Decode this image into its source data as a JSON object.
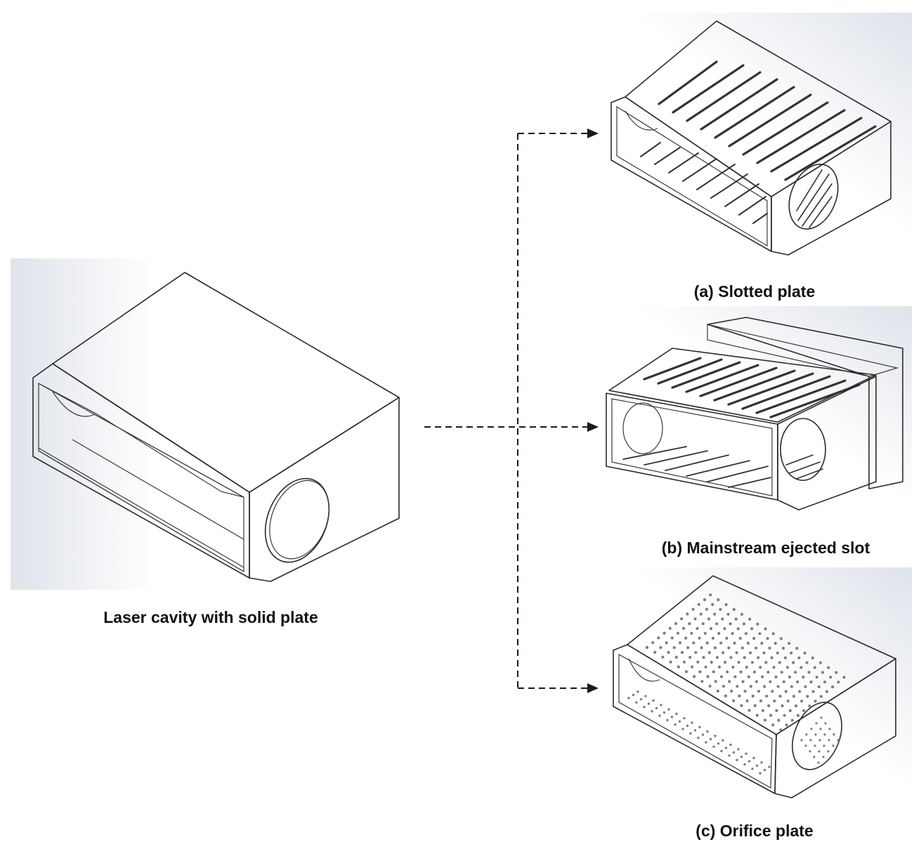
{
  "captions": {
    "solid": "Laser cavity with solid plate",
    "slotted": "(a) Slotted plate",
    "mainstream": "(b) Mainstream ejected slot",
    "orifice": "(c) Orifice plate"
  },
  "colors": {
    "arrow": "#1a1a1a",
    "edge": "#2a2a2a",
    "background_gradient": "#dfe3ea"
  }
}
